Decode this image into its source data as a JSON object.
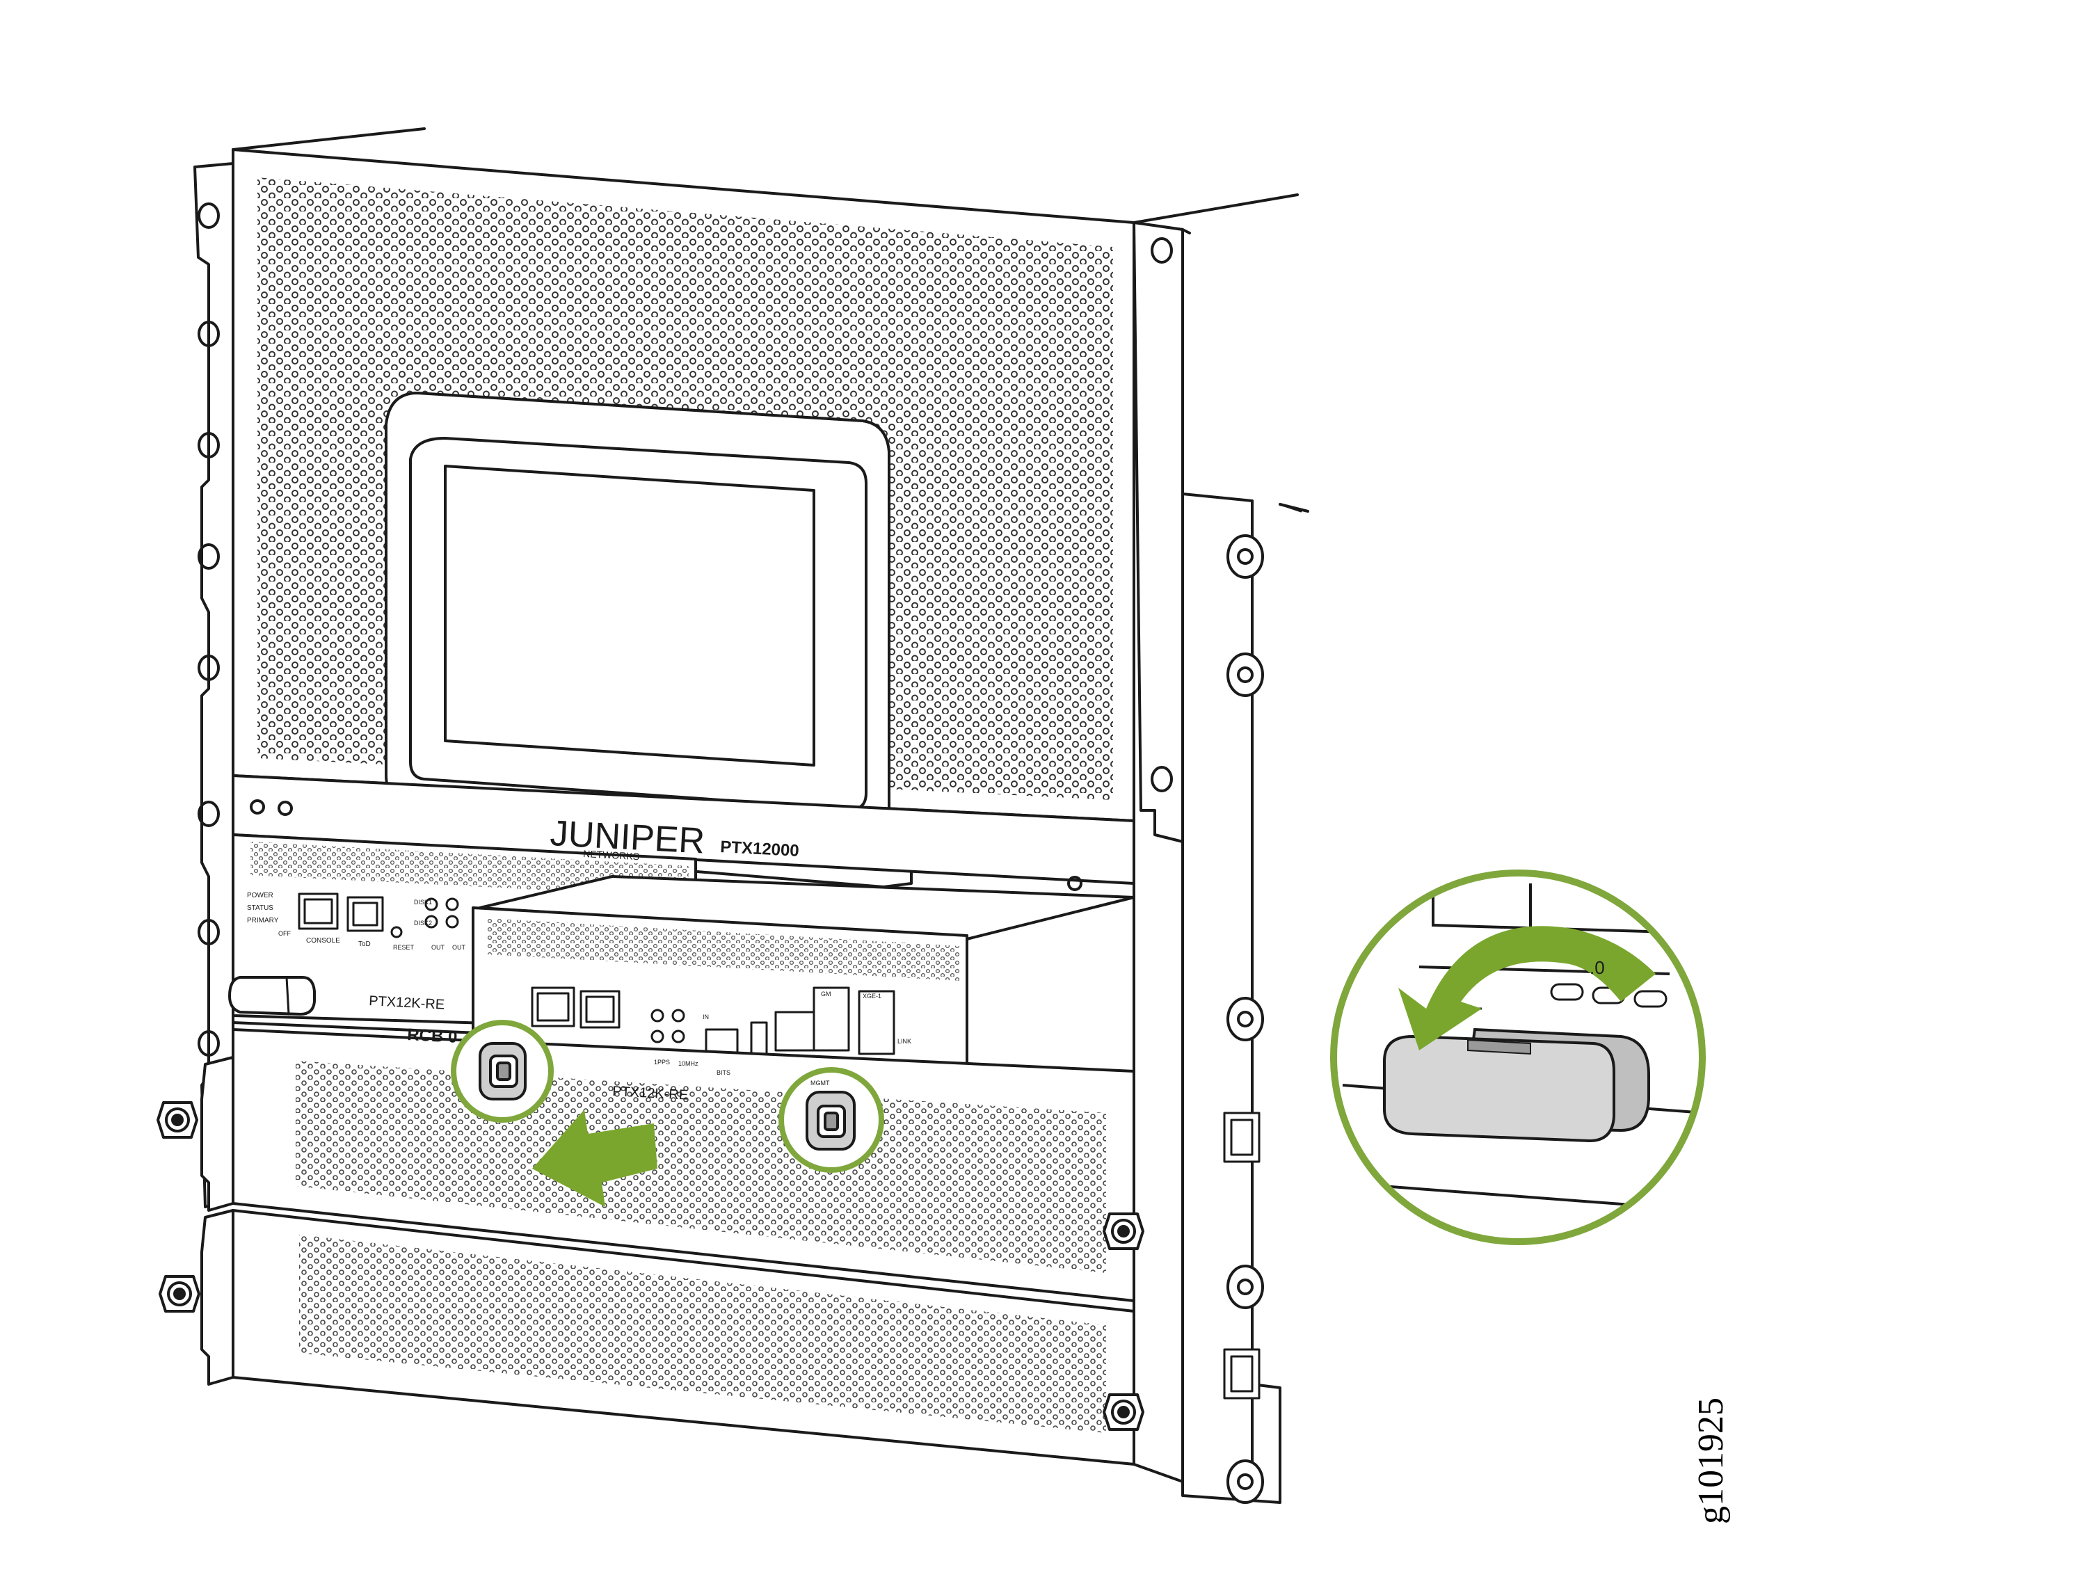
{
  "labels": {
    "brand": "JUNIPER",
    "brand_sub": "NETWORKS",
    "model": "PTX12000",
    "rcb": "RCB 0",
    "module_left": "PTX12K-RE",
    "module_pulled": "PTX12K-RE",
    "led_power": "POWER",
    "led_status": "STATUS",
    "led_primary": "PRIMARY",
    "off": "OFF",
    "console": "CONSOLE",
    "tod": "ToD",
    "reset": "RESET",
    "disk1": "DISK1",
    "disk2": "DISK2",
    "out1": "OUT",
    "out2": "OUT",
    "pps": "1PPS",
    "mhz": "10MHz",
    "in": "IN",
    "bits": "BITS",
    "link": "LINK",
    "gm": "GM",
    "xge": "XGE-1",
    "mgmt": "MGMT",
    "inset_partial": ".0",
    "figure_id": "g101925"
  },
  "colors": {
    "accent_green": "#7fa73c",
    "arrow_green": "#7aa62e",
    "line": "#1a1a1a",
    "panel": "#ffffff",
    "shade": "#d9d9d9"
  }
}
